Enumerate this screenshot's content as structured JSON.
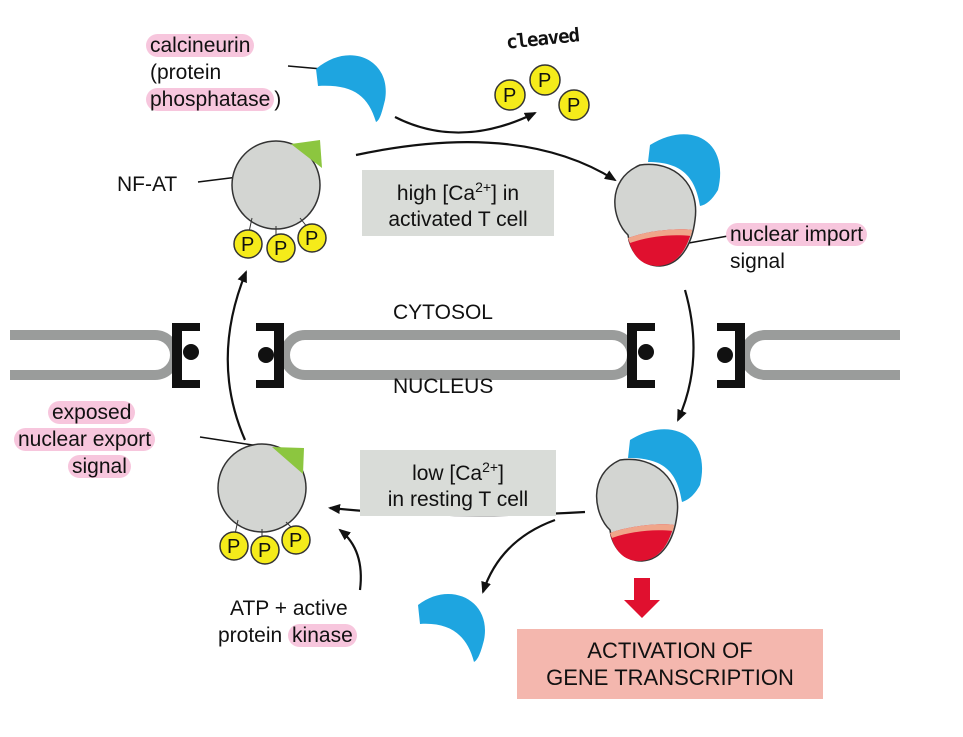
{
  "labels": {
    "calcineurin": "calcineurin",
    "protein_open": "(protein",
    "phosphatase": "phosphatase",
    "phosphatase_close": ")",
    "cleaved": "cleaved",
    "nfat": "NF-AT",
    "nuclear_import_line1": "nuclear import",
    "nuclear_import_line2": "signal",
    "cytosol": "CYTOSOL",
    "nucleus": "NUCLEUS",
    "exposed": "exposed",
    "nuclear_export": "nuclear export",
    "signal": "signal",
    "atp_line1": "ATP + active",
    "atp_line2_a": "protein ",
    "atp_line2_b": "kinase"
  },
  "boxes": {
    "high_ca_prefix": "high [Ca",
    "high_ca_sup": "2+",
    "high_ca_suffix": "] in",
    "high_ca_line2": "activated T cell",
    "low_ca_prefix": "low [Ca",
    "low_ca_sup": "2+",
    "low_ca_suffix": "]",
    "low_ca_line2": "in resting T cell"
  },
  "activation": {
    "line1": "ACTIVATION OF",
    "line2": "GENE TRANSCRIPTION"
  },
  "phosphate_symbol": "P",
  "colors": {
    "calcineurin": "#1ea5e0",
    "nfat_body": "#d3d5d2",
    "export_signal": "#8cc63f",
    "import_signal": "#e0102f",
    "phosphate": "#f5eb1a",
    "membrane": "#9a9c9b",
    "highlight": "#f7c6dd",
    "activation_box": "#f4b7ae",
    "activation_arrow": "#e0102f"
  }
}
